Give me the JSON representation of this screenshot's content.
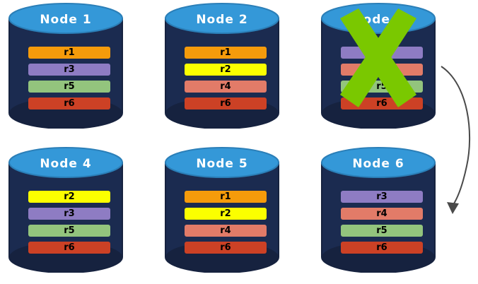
{
  "diagram": {
    "title_prefix": "Node",
    "palette": {
      "background": "#ffffff",
      "cylinder_body": "#1b2b50",
      "cylinder_body_dark": "#16223f",
      "cylinder_top": "#3498d8",
      "cylinder_top_edge": "#2b7fb8",
      "x_mark": "#7ac800",
      "arrow": "#4a4a4a",
      "title_text": "#ffffff",
      "bar_text": "#000000"
    },
    "replica_colors": {
      "r1": "#f59b0b",
      "r2": "#fbff00",
      "r3": "#8e7cc3",
      "r4": "#e27b68",
      "r5": "#93c47d",
      "r6": "#cc4125"
    },
    "nodes": [
      {
        "id": "node-1",
        "label": "Node  1",
        "failed": false,
        "replicas": [
          {
            "label": "r1",
            "color": "#f59b0b"
          },
          {
            "label": "r3",
            "color": "#8e7cc3"
          },
          {
            "label": "r5",
            "color": "#93c47d"
          },
          {
            "label": "r6",
            "color": "#cc4125"
          }
        ]
      },
      {
        "id": "node-2",
        "label": "Node  2",
        "failed": false,
        "replicas": [
          {
            "label": "r1",
            "color": "#f59b0b"
          },
          {
            "label": "r2",
            "color": "#fbff00"
          },
          {
            "label": "r4",
            "color": "#e27b68"
          },
          {
            "label": "r6",
            "color": "#cc4125"
          }
        ]
      },
      {
        "id": "node-3",
        "label": "Node  3",
        "failed": true,
        "replicas": [
          {
            "label": "r3",
            "color": "#8e7cc3"
          },
          {
            "label": "r4",
            "color": "#e27b68"
          },
          {
            "label": "r5",
            "color": "#93c47d"
          },
          {
            "label": "r6",
            "color": "#cc4125"
          }
        ]
      },
      {
        "id": "node-4",
        "label": "Node  4",
        "failed": false,
        "replicas": [
          {
            "label": "r2",
            "color": "#fbff00"
          },
          {
            "label": "r3",
            "color": "#8e7cc3"
          },
          {
            "label": "r5",
            "color": "#93c47d"
          },
          {
            "label": "r6",
            "color": "#cc4125"
          }
        ]
      },
      {
        "id": "node-5",
        "label": "Node  5",
        "failed": false,
        "replicas": [
          {
            "label": "r1",
            "color": "#f59b0b"
          },
          {
            "label": "r2",
            "color": "#fbff00"
          },
          {
            "label": "r4",
            "color": "#e27b68"
          },
          {
            "label": "r6",
            "color": "#cc4125"
          }
        ]
      },
      {
        "id": "node-6",
        "label": "Node  6",
        "failed": false,
        "replicas": [
          {
            "label": "r3",
            "color": "#8e7cc3"
          },
          {
            "label": "r4",
            "color": "#e27b68"
          },
          {
            "label": "r5",
            "color": "#93c47d"
          },
          {
            "label": "r6",
            "color": "#cc4125"
          }
        ]
      }
    ],
    "arrow": {
      "from": "node-3",
      "to": "node-6"
    }
  }
}
